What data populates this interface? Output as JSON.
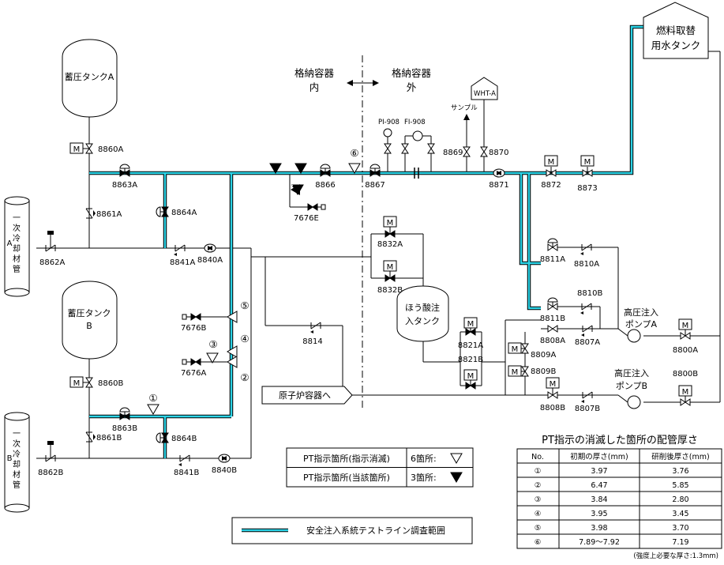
{
  "tanks": {
    "accumulator_a": "蓄圧タンクA",
    "accumulator_b_line1": "蓄圧タンク",
    "accumulator_b_line2": "B",
    "boric_line1": "ほう酸注",
    "boric_line2": "入タンク",
    "fuel_line1": "燃料取替",
    "fuel_line2": "用水タンク",
    "wht": "WHT-A"
  },
  "coolant_pipe_a": {
    "lines": [
      "一",
      "次",
      "冷",
      "却",
      "材",
      "管"
    ],
    "letter": "A"
  },
  "coolant_pipe_b": {
    "lines": [
      "一",
      "次",
      "冷",
      "却",
      "材",
      "管"
    ],
    "letter": "B"
  },
  "containment": {
    "inside_line1": "格納容器",
    "inside_line2": "内",
    "outside_line1": "格納容器",
    "outside_line2": "外"
  },
  "valves": {
    "v8860A": "8860A",
    "v8863A": "8863A",
    "v8861A": "8861A",
    "v8864A": "8864A",
    "v8862A": "8862A",
    "v8841A": "8841A",
    "v8840A": "8840A",
    "v8860B": "8860B",
    "v8863B": "8863B",
    "v8861B": "8861B",
    "v8864B": "8864B",
    "v8862B": "8862B",
    "v8841B": "8841B",
    "v8840B": "8840B",
    "v7676B": "7676B",
    "v7676A": "7676A",
    "v7676E": "7676E",
    "v8866": "8866",
    "v8867": "8867",
    "v8869": "8869",
    "v8870": "8870",
    "v8871": "8871",
    "v8872": "8872",
    "v8873": "8873",
    "v8832A": "8832A",
    "v8832B": "8832B",
    "v8814": "8814",
    "v8821A": "8821A",
    "v8821B": "8821B",
    "v8809A": "8809A",
    "v8809B": "8809B",
    "v8808A": "8808A",
    "v8808B": "8808B",
    "v8811A": "8811A",
    "v8811B": "8811B",
    "v8810A": "8810A",
    "v8810B": "8810B",
    "v8807A": "8807A",
    "v8807B": "8807B",
    "v8800A": "8800A",
    "v8800B": "8800B"
  },
  "instruments": {
    "pi": "PI-908",
    "fi": "FI-908",
    "sample": "サンプル"
  },
  "motor_letter": "M",
  "pumps": {
    "a_line1": "高圧注入",
    "a_line2": "ポンプA",
    "b_line1": "高圧注入",
    "b_line2": "ポンプB"
  },
  "reactor_label": "原子炉容器へ",
  "points": [
    "①",
    "②",
    "③",
    "④",
    "⑤",
    "⑥"
  ],
  "pt_legend": {
    "row1_label": "PT指示箇所(指示消滅)",
    "row1_count": "6箇所:",
    "row2_label": "PT指示箇所(当該箇所)",
    "row2_count": "3箇所:"
  },
  "line_legend": "安全注入系統テストライン調査範囲",
  "thickness_table": {
    "title": "PT指示の消滅した箇所の配管厚さ",
    "headers": [
      "No.",
      "初期の厚さ(mm)",
      "研削後厚さ(mm)"
    ],
    "rows": [
      [
        "①",
        "3.97",
        "3.76"
      ],
      [
        "②",
        "6.47",
        "5.85"
      ],
      [
        "③",
        "3.84",
        "2.80"
      ],
      [
        "④",
        "3.95",
        "3.45"
      ],
      [
        "⑤",
        "3.98",
        "3.70"
      ],
      [
        "⑥",
        "7.89～7.92",
        "7.19"
      ]
    ],
    "note": "(強度上必要な厚さ:1.3mm)"
  },
  "colors": {
    "highlight": "#2bd3e6",
    "line": "#000000",
    "background": "#ffffff"
  }
}
